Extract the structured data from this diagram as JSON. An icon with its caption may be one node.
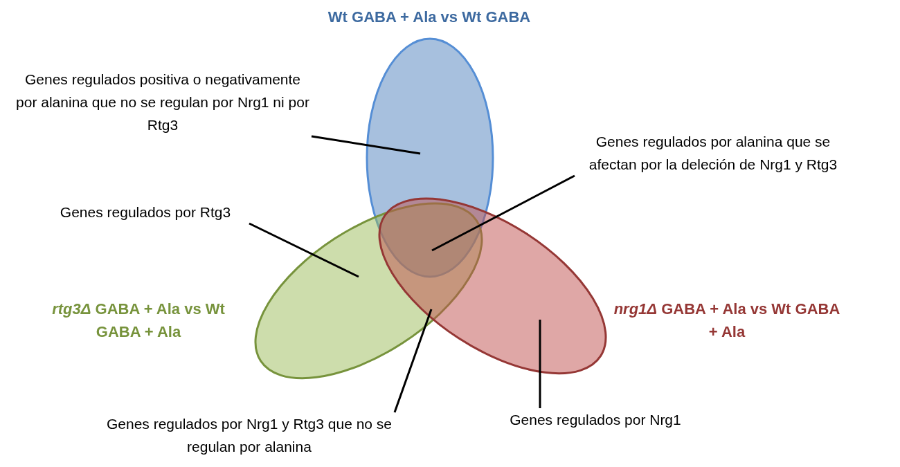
{
  "diagram": {
    "nodes": [
      {
        "text": [
          "Wt GABA + Ala vs Wt GABA"
        ]
      },
      {
        "text": [
          "*rtg3Δ* GABA + Ala vs Wt GABA + Ala"
        ]
      },
      {
        "text": [
          "*nrg1Δ* GABA + Ala vs Wt GABA + Ala"
        ]
      },
      {
        "text": [
          "Genes regulados positiva o negativamente por alanina que no se regulan por Nrg1 ni por Rtg3"
        ]
      },
      {
        "text": [
          "Genes regulados por alanina que se afectan por la deleción de Nrg1 y Rtg3"
        ]
      },
      {
        "text": [
          "Genes regulados por Rtg3"
        ]
      },
      {
        "text": [
          "Genes regulados por Nrg1 y Rtg3 que no se regulan por alanina"
        ]
      },
      {
        "text": [
          "Genes regulados por Nrg1"
        ]
      }
    ],
    "edges": [
      {
        "from": 3,
        "to": 0,
        "arrow": "none"
      },
      {
        "from": 4,
        "to": 0,
        "arrow": "none"
      },
      {
        "from": 5,
        "to": 1,
        "arrow": "none"
      },
      {
        "from": 6,
        "to": 1,
        "arrow": "none"
      },
      {
        "from": 7,
        "to": 2,
        "arrow": "none"
      }
    ]
  }
}
